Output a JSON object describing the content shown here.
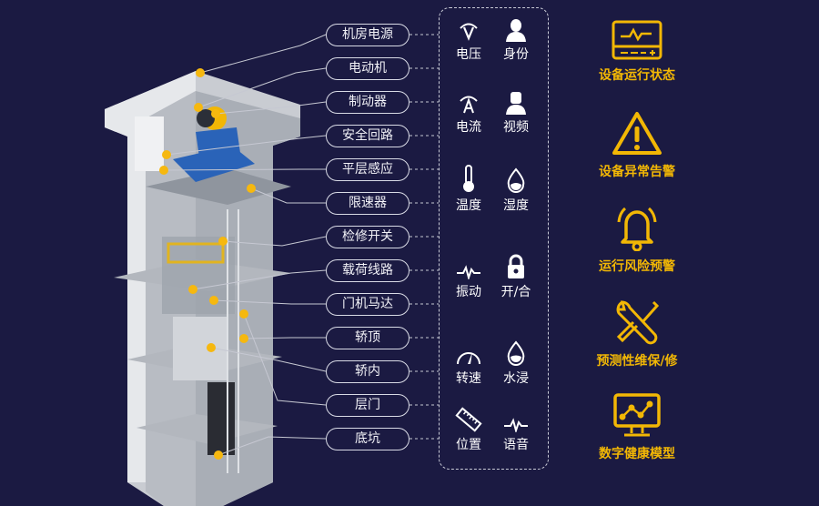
{
  "components": [
    "机房电源",
    "电动机",
    "制动器",
    "安全回路",
    "平层感应",
    "限速器",
    "检修开关",
    "载荷线路",
    "门机马达",
    "轿顶",
    "轿内",
    "层门",
    "底坑"
  ],
  "sensors": [
    {
      "label": "电压",
      "icon": "voltage-icon"
    },
    {
      "label": "身份",
      "icon": "person-icon"
    },
    {
      "label": "电流",
      "icon": "current-icon"
    },
    {
      "label": "视频",
      "icon": "person-video-icon"
    },
    {
      "label": "温度",
      "icon": "thermometer-icon"
    },
    {
      "label": "湿度",
      "icon": "humidity-drop-icon"
    },
    {
      "label": "振动",
      "icon": "vibration-wave-icon"
    },
    {
      "label": "开/合",
      "icon": "lock-icon"
    },
    {
      "label": "转速",
      "icon": "speedometer-icon"
    },
    {
      "label": "水浸",
      "icon": "water-drop-icon"
    },
    {
      "label": "位置",
      "icon": "ruler-icon"
    },
    {
      "label": "语音",
      "icon": "voice-wave-icon"
    }
  ],
  "features": [
    {
      "label": "设备运行状态",
      "icon": "monitor-pulse-icon"
    },
    {
      "label": "设备异常告警",
      "icon": "warning-triangle-icon"
    },
    {
      "label": "运行风险预警",
      "icon": "bell-icon"
    },
    {
      "label": "预测性维保/修",
      "icon": "wrench-screwdriver-icon"
    },
    {
      "label": "数字健康模型",
      "icon": "monitor-chart-icon"
    }
  ],
  "colors": {
    "background": "#1b1a42",
    "accent": "#f2b705",
    "dot": "#f6b80f"
  }
}
